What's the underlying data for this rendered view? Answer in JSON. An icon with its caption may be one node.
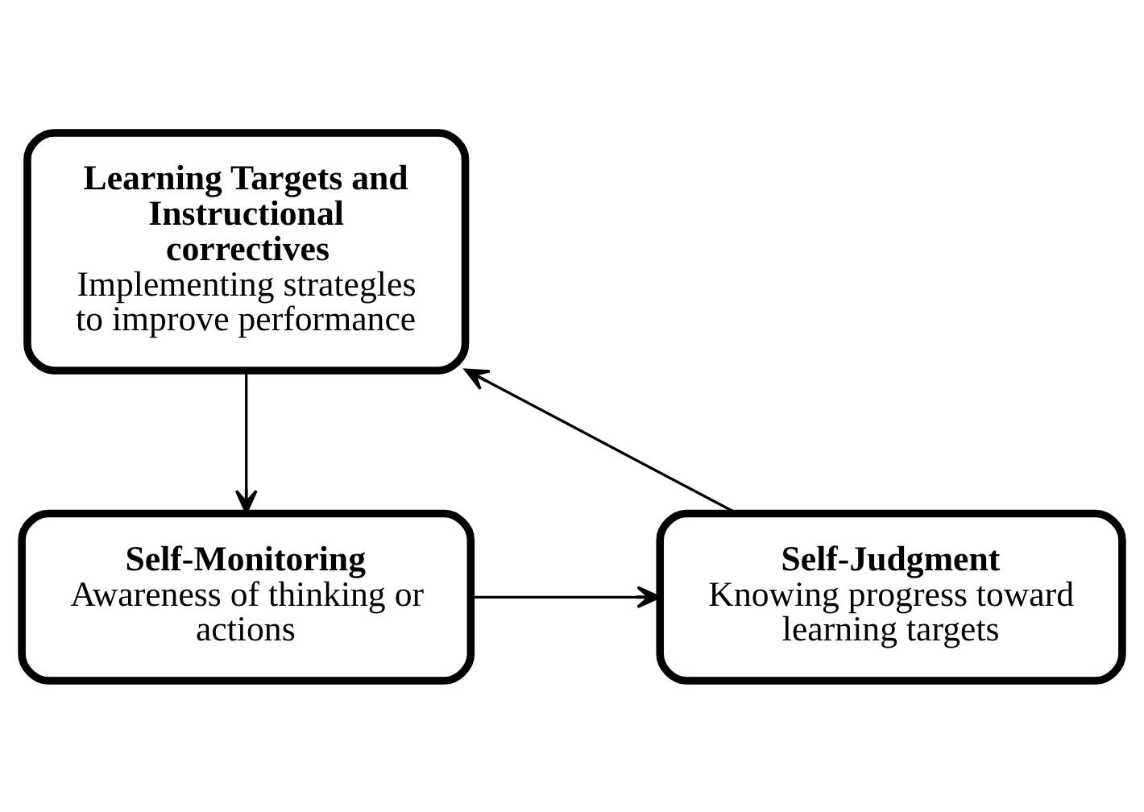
{
  "diagram": {
    "nodes": [
      {
        "text": [
          "Learning Targets and Instructional correctives",
          "Implementing strategles to improve performance"
        ]
      },
      {
        "text": [
          "Self-Monitoring",
          "Awareness of thinking or actions"
        ]
      },
      {
        "text": [
          "Self-Judgment",
          "Knowing progress toward learning targets"
        ]
      }
    ],
    "edges": [
      {
        "from": 0,
        "to": 1,
        "arrow": "to"
      },
      {
        "from": 1,
        "to": 2,
        "arrow": "to"
      },
      {
        "from": 2,
        "to": 0,
        "arrow": "to"
      }
    ]
  }
}
